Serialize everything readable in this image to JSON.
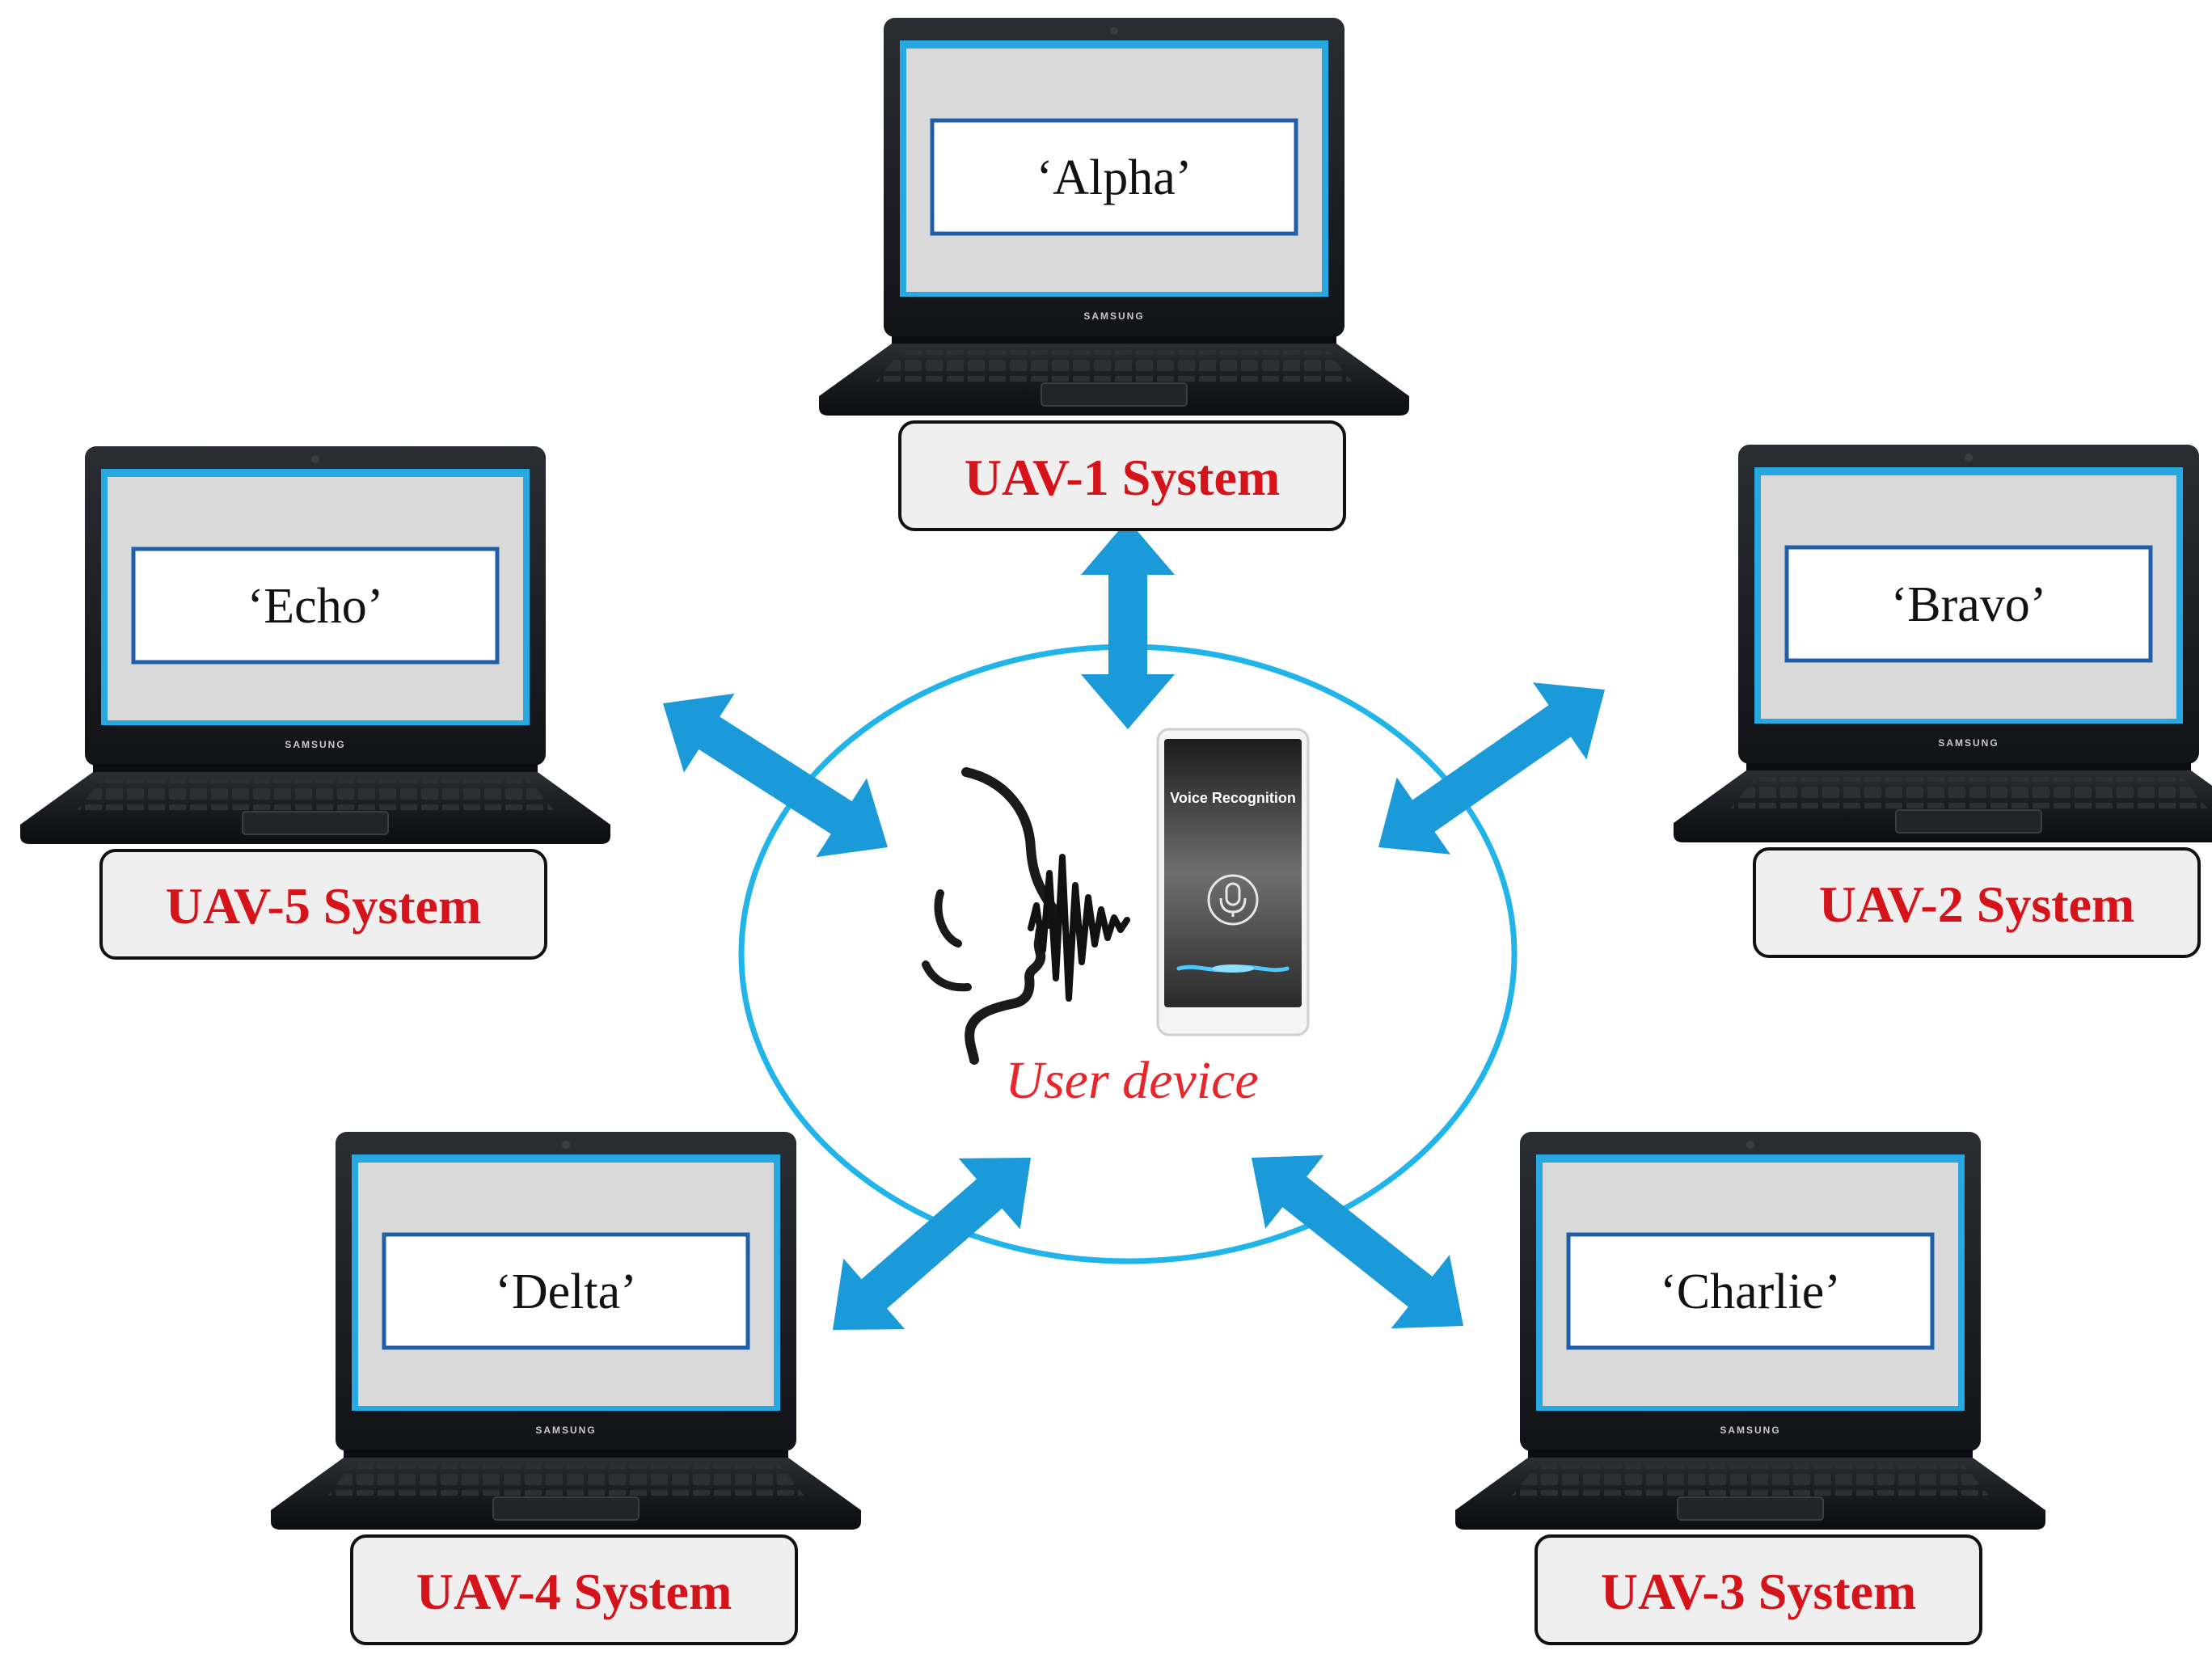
{
  "laptop_brand": "SAMSUNG",
  "systems": [
    {
      "screen_text": "‘Alpha’",
      "label": "UAV-1 System"
    },
    {
      "screen_text": "‘Bravo’",
      "label": "UAV-2 System"
    },
    {
      "screen_text": "‘Charlie’",
      "label": "UAV-3 System"
    },
    {
      "screen_text": "‘Delta’",
      "label": "UAV-4 System"
    },
    {
      "screen_text": "‘Echo’",
      "label": "UAV-5 System"
    }
  ],
  "phone": {
    "app_title": "Voice Recognition"
  },
  "user_device_label": "User device",
  "icons": [
    "laptop-icon",
    "speaking-head-icon",
    "sound-wave-icon",
    "smartphone-icon",
    "microphone-icon",
    "double-arrow-icon"
  ],
  "colors": {
    "arrow": "#1a9ad9",
    "ring": "#21b4ea",
    "system_label": "#d4141a",
    "user_device_label": "#e8252b",
    "screen_bg": "#d9d9d9",
    "screen_box_border": "#1f5fa8",
    "screen_glow": "#27a8e0",
    "laptop_body": "#1b1d21",
    "label_box_bg": "#efefef"
  }
}
